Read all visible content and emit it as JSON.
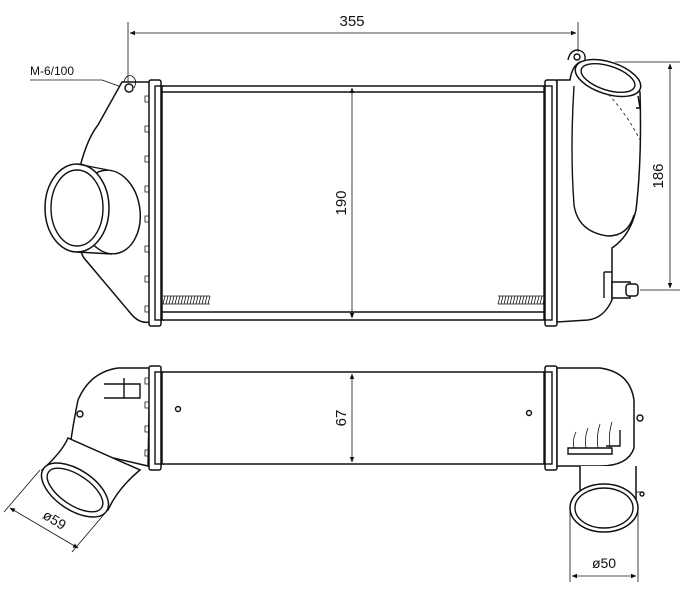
{
  "dimensions": {
    "overall_width": "355",
    "core_height": "190",
    "outlet_height": "186",
    "core_depth": "67",
    "inlet_diameter": "ø59",
    "outlet_diameter": "ø50"
  },
  "callouts": {
    "mounting_thread": "M-6/100"
  }
}
